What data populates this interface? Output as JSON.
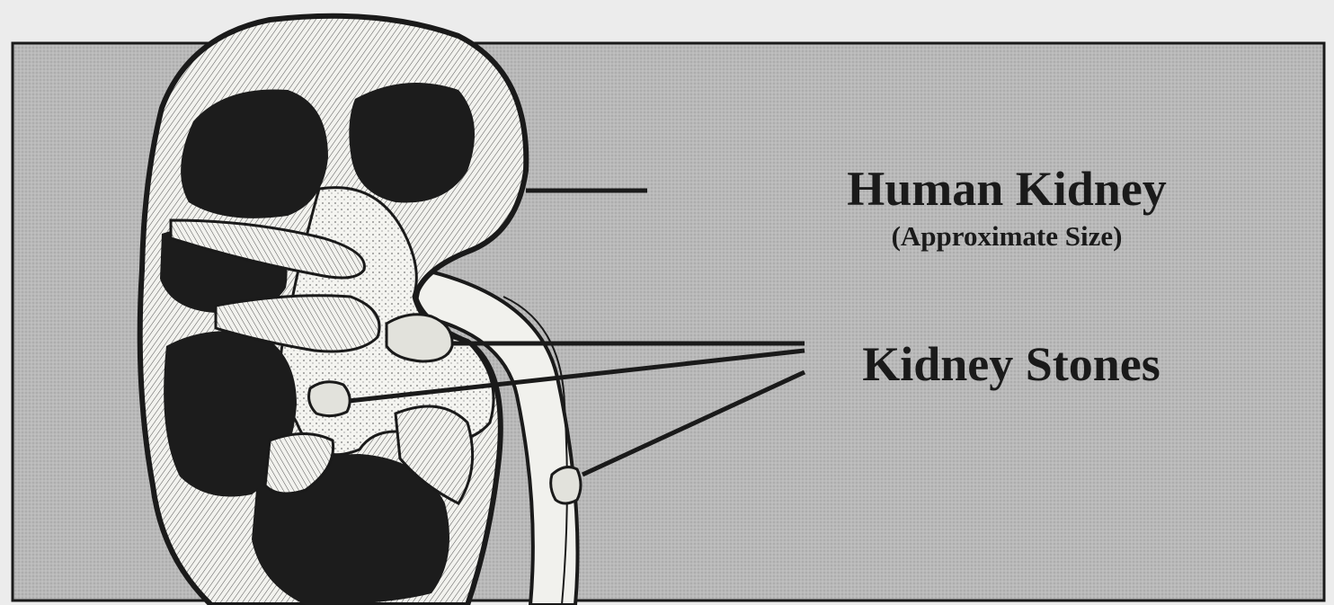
{
  "labels": {
    "kidney_title": "Human Kidney",
    "kidney_subtitle": "(Approximate Size)",
    "stones": "Kidney Stones"
  },
  "colors": {
    "page_background": "#ececec",
    "panel_fill": "#b7b7b7",
    "ink": "#1a1a1a",
    "kidney_paper": "#eeeeea"
  }
}
